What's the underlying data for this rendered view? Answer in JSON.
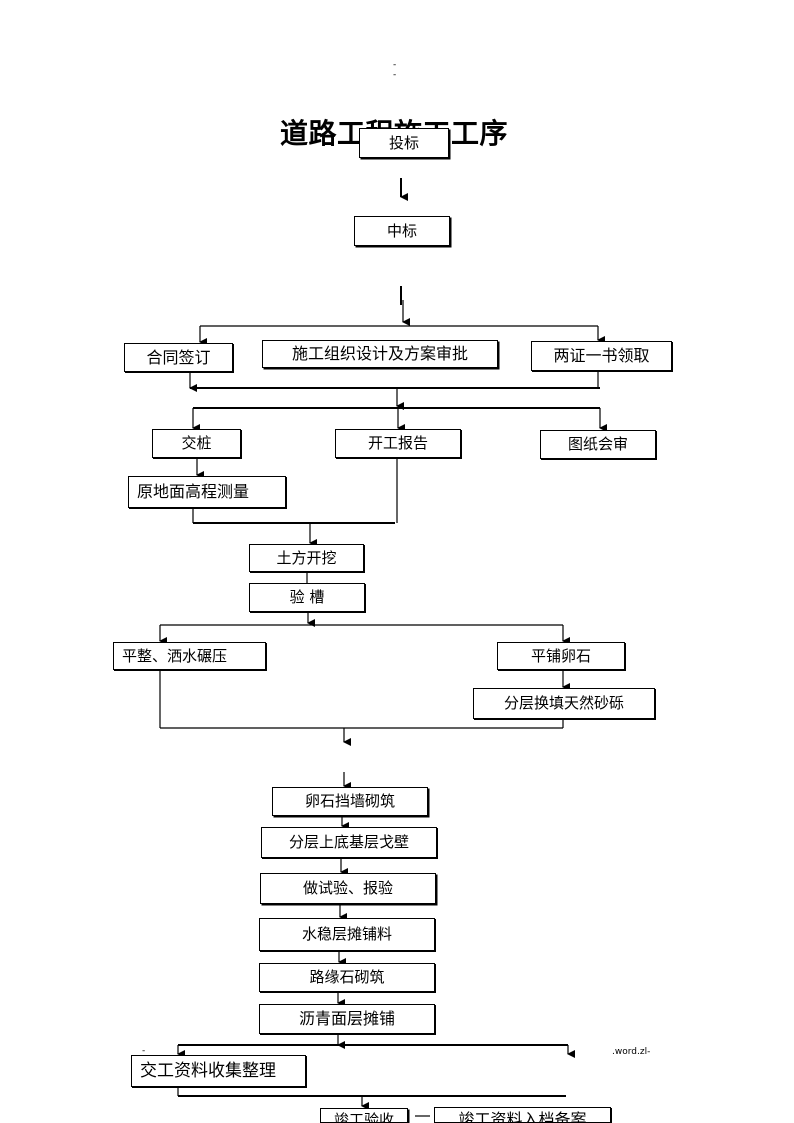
{
  "header": {
    "dash_top": "-",
    "dash_bottom": "-",
    "title": "道路工程施工工序"
  },
  "steps": {
    "bid": "投标",
    "win_bid": "中标",
    "contract": "合同签订",
    "design": "施工组织设计及方案审批",
    "permits": "两证一书领取",
    "stake": "交桩",
    "start_report": "开工报告",
    "drawing_review": "图纸会审",
    "survey": "原地面高程测量",
    "excavation": "土方开挖",
    "trench_check": "验  槽",
    "leveling": "平整、洒水碾压",
    "pebble_paving": "平铺卵石",
    "gravel_fill": "分层换填天然砂砾",
    "retaining_wall": "卵石挡墙砌筑",
    "base_layers": "分层上底基层戈壁",
    "testing": "做试验、报验",
    "stabilized_layer": "水稳层摊铺料",
    "curb": "路缘石砌筑",
    "asphalt": "沥青面层摊铺",
    "handover_docs": "交工资料收集整理",
    "acceptance": "竣工验收",
    "archive": "竣工资料入档备案"
  },
  "footer": {
    "dash_left": "-",
    "word_mark": ".word.zl-"
  }
}
